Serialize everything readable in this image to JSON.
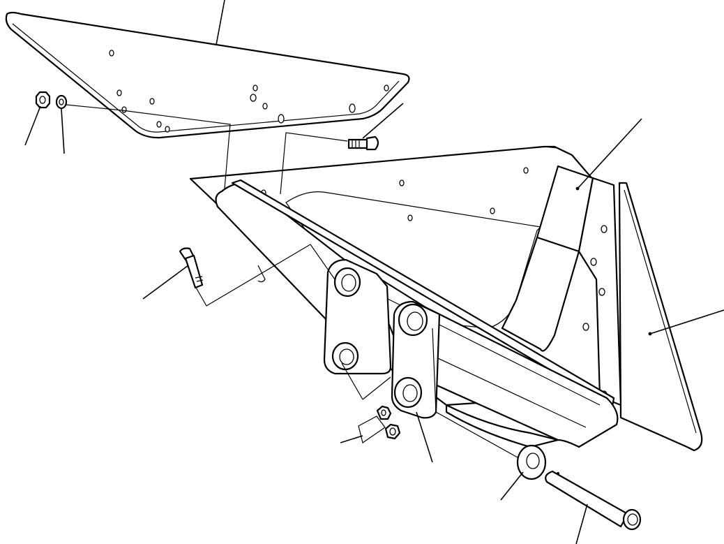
{
  "diagram": {
    "kind": "exploded parts drawing",
    "stroke_color": "#000000",
    "background_color": "#ffffff",
    "parts": [
      {
        "id": "upper-cover-plate"
      },
      {
        "id": "main-side-plate"
      },
      {
        "id": "side-guard-plate"
      },
      {
        "id": "boom-arm"
      },
      {
        "id": "nut-upper"
      },
      {
        "id": "washer-upper"
      },
      {
        "id": "bolt-upper"
      },
      {
        "id": "bolt-left"
      },
      {
        "id": "nut-lower-a"
      },
      {
        "id": "nut-lower-b"
      },
      {
        "id": "spacer-ring"
      },
      {
        "id": "pivot-pin"
      }
    ]
  }
}
